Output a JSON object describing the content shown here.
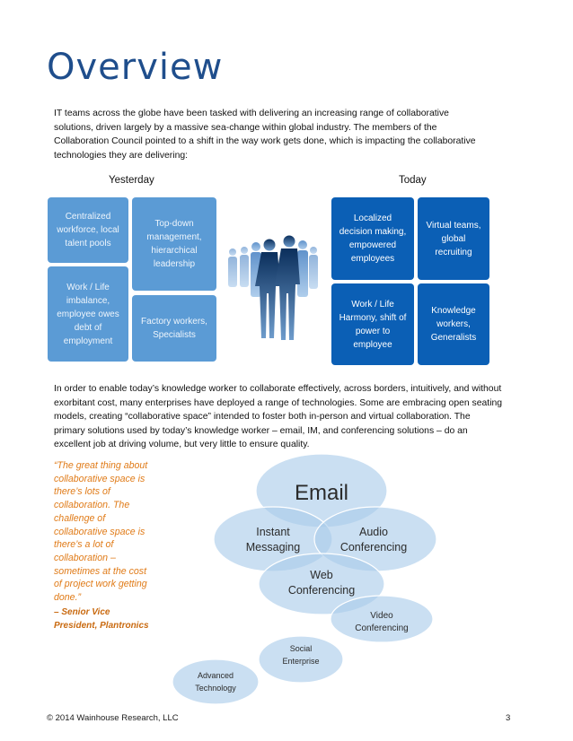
{
  "page": {
    "title": "Overview",
    "intro": "IT teams across the globe have been tasked with delivering an increasing range of collaborative solutions, driven largely by a massive sea-change within global industry. The members of the Collaboration Council pointed to a shift in the way work gets done, which is impacting the collaborative technologies they are delivering:",
    "yesterday_label": "Yesterday",
    "today_label": "Today",
    "body": "In order to enable today’s knowledge worker to collaborate effectively, across borders, intuitively, and without exorbitant cost, many enterprises have deployed a range of technologies. Some are embracing open seating models, creating “collaborative space” intended to foster both in-person and virtual collaboration. The primary solutions used by today’s knowledge worker – email, IM, and conferencing solutions – do an excellent job at driving volume, but very little to ensure quality.",
    "quote": "“The great thing about collaborative space is there’s lots of collaboration. The challenge of collaborative space is there’s a lot of collaboration – sometimes at the cost of project work getting done.”",
    "attribution": "– Senior Vice President, Plantronics",
    "footer_left": "© 2014 Wainhouse Research, LLC",
    "footer_page": "3"
  },
  "yesterday_boxes": [
    "Centralized workforce, local talent pools",
    "Top-down management, hierarchical leadership",
    "Work / Life imbalance, employee owes debt of employment",
    "Factory workers, Specialists"
  ],
  "today_boxes": [
    "Localized decision making, empowered employees",
    "Virtual teams, global recruiting",
    "Work / Life Harmony, shift of power to employee",
    "Knowledge workers, Generalists"
  ],
  "venn": {
    "email": "Email",
    "instant_1": "Instant",
    "instant_2": "Messaging",
    "audio_1": "Audio",
    "audio_2": "Conferencing",
    "web_1": "Web",
    "web_2": "Conferencing",
    "video_1": "Video",
    "video_2": "Conferencing",
    "social_1": "Social",
    "social_2": "Enterprise",
    "advanced_1": "Advanced",
    "advanced_2": "Technology"
  },
  "icons": {
    "people": "business-people-silhouettes"
  },
  "colors": {
    "title": "#1f4e8c",
    "light_box": "#5b9bd5",
    "dark_box": "#0b5fb5",
    "venn_fill": "#a9cbea",
    "quote": "#e07b18"
  }
}
